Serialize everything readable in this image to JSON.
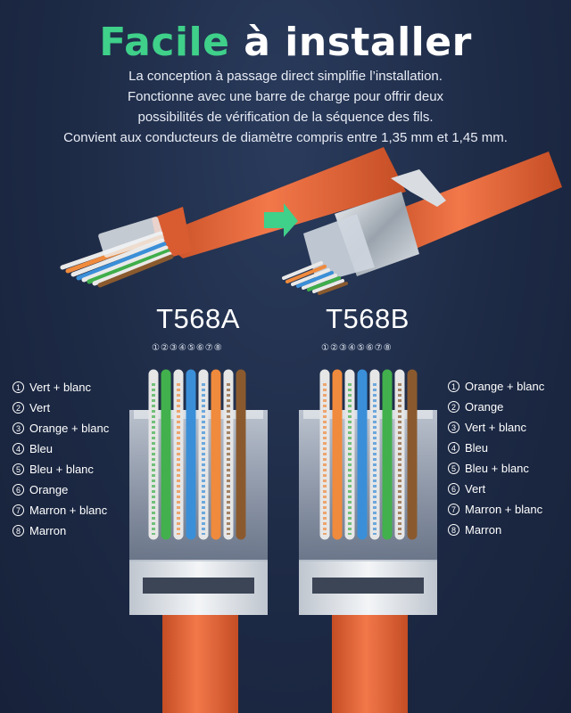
{
  "header": {
    "title_accent": "Facile",
    "title_rest": " à installer",
    "description": [
      "La conception à passage direct simplifie l’installation.",
      "Fonctionne avec une barre de charge pour offrir deux",
      "possibilités de vérification de la séquence des fils.",
      "Convient aux conducteurs de diamètre compris entre 1,35 mm et 1,45 mm."
    ]
  },
  "colors": {
    "accent": "#3fd08a",
    "cable": "#e8673a",
    "background": "#1d2a45"
  },
  "t568a": {
    "label": "T568A",
    "pin_numbers": "①②③④⑤⑥⑦⑧",
    "wires": [
      {
        "num": "1",
        "label": "Vert + blanc"
      },
      {
        "num": "2",
        "label": "Vert"
      },
      {
        "num": "3",
        "label": "Orange + blanc"
      },
      {
        "num": "4",
        "label": "Bleu"
      },
      {
        "num": "5",
        "label": "Bleu + blanc"
      },
      {
        "num": "6",
        "label": "Orange"
      },
      {
        "num": "7",
        "label": "Marron + blanc"
      },
      {
        "num": "8",
        "label": "Marron"
      }
    ]
  },
  "t568b": {
    "label": "T568B",
    "pin_numbers": "①②③④⑤⑥⑦⑧",
    "wires": [
      {
        "num": "1",
        "label": "Orange + blanc"
      },
      {
        "num": "2",
        "label": "Orange"
      },
      {
        "num": "3",
        "label": "Vert + blanc"
      },
      {
        "num": "4",
        "label": "Bleu"
      },
      {
        "num": "5",
        "label": "Bleu + blanc"
      },
      {
        "num": "6",
        "label": "Vert"
      },
      {
        "num": "7",
        "label": "Marron + blanc"
      },
      {
        "num": "8",
        "label": "Marron"
      }
    ]
  }
}
